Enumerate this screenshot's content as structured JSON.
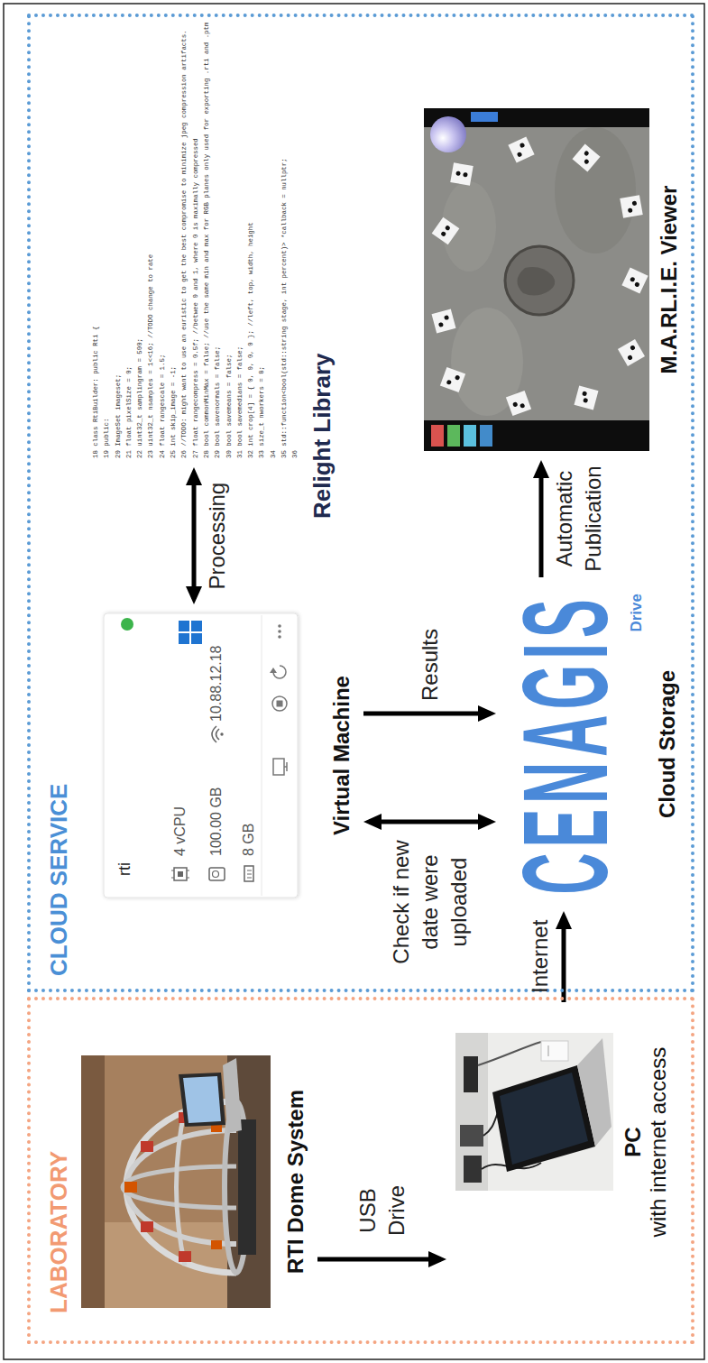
{
  "diagram": {
    "nodes": [
      {
        "text": [
          "LABORATORY"
        ]
      },
      {
        "text": [
          "CLOUD SERVICE"
        ]
      },
      {
        "text": [
          "RTI Dome System"
        ],
        "in": 0
      },
      {
        "text": [
          "PC",
          "with internet access"
        ],
        "in": 0
      },
      {
        "text": [
          "rti",
          "4 vCPU",
          "100.00 GB",
          "8 GB",
          "10.88.12.18",
          "Virtual Machine"
        ],
        "in": 1
      },
      {
        "text": [
          "18 class RtiBuilder: public Rti {",
          "19 public:",
          "20 ImageSet imageset;",
          "21 float pixelSize = 0;",
          "22 uint32_t samplingram = 500;",
          "23 uint32_t nsamples = 1<<16; //TODO change to rate",
          "24 float rangescale = 1.5;",
          "25 int skip_image = -1;",
          "26 //TODO: might want to use an euristic to get the best compromise to minimize jpeg compression artifacts.",
          "27 float rangecompress = 0.5f; //betwee 0 and 1, where 0 is maximally compressed",
          "28 bool commonMinMax = false; //use the same min and max for RGB planes only used for exporting .rti and .ptm",
          "29 bool savenormals = false;",
          "30 bool savemeans = false;",
          "31 bool savemedians = false;",
          "32 int crop[4] = { 0, 0, 0, 0 }; //left, top, width, height",
          "33 size_t nworkers = 8;",
          "34",
          "35 std::function<bool(std::string stage, int percent)> *callback = nullptr;",
          "36",
          "Relight Library"
        ],
        "in": 1
      },
      {
        "text": [
          "CENAGIS",
          "Drive",
          "Cloud Storage"
        ],
        "in": 1
      },
      {
        "text": [
          "M.A.RL.I.E. Viewer"
        ],
        "in": 1
      }
    ],
    "edges": [
      {
        "from": 2,
        "to": 3,
        "label": "USB Drive",
        "arrow": "to"
      },
      {
        "from": 3,
        "to": 6,
        "label": "Internet",
        "arrow": "to"
      },
      {
        "from": 4,
        "to": 6,
        "label": "Check if new date were uploaded",
        "arrow": "both"
      },
      {
        "from": 4,
        "to": 6,
        "label": "Results",
        "arrow": "to"
      },
      {
        "from": 4,
        "to": 5,
        "label": "Processing",
        "arrow": "both"
      },
      {
        "from": 6,
        "to": 7,
        "label": "Automatic Publication",
        "arrow": "to"
      }
    ]
  }
}
